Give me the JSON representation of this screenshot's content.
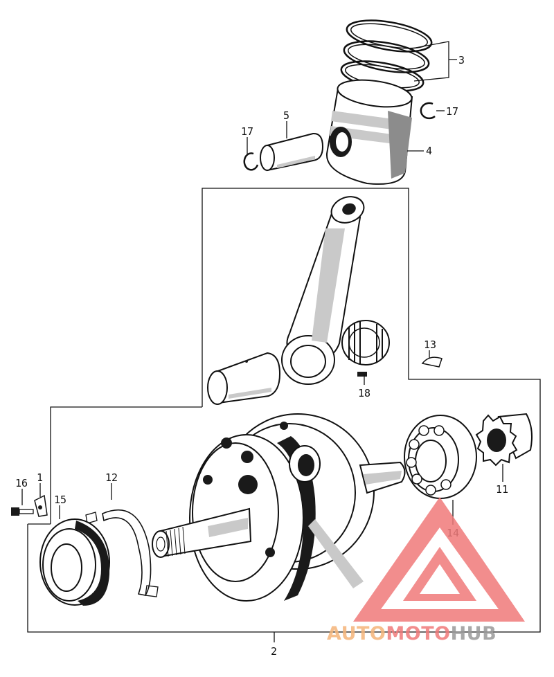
{
  "callouts": [
    {
      "id": "c1",
      "text": "1"
    },
    {
      "id": "c2",
      "text": "2"
    },
    {
      "id": "c3",
      "text": "3"
    },
    {
      "id": "c4",
      "text": "4"
    },
    {
      "id": "c5",
      "text": "5"
    },
    {
      "id": "c11",
      "text": "11"
    },
    {
      "id": "c12",
      "text": "12"
    },
    {
      "id": "c13",
      "text": "13"
    },
    {
      "id": "c14",
      "text": "14"
    },
    {
      "id": "c15",
      "text": "15"
    },
    {
      "id": "c16",
      "text": "16"
    },
    {
      "id": "c17a",
      "text": "17"
    },
    {
      "id": "c17b",
      "text": "17"
    },
    {
      "id": "c18",
      "text": "18"
    }
  ],
  "watermark": {
    "part1": "AUTO",
    "part2": "MOTO",
    "part3": "HUB",
    "colors": {
      "orange": "#f5b57a",
      "red": "#f07a7a",
      "gray": "#9a9a9a"
    }
  }
}
